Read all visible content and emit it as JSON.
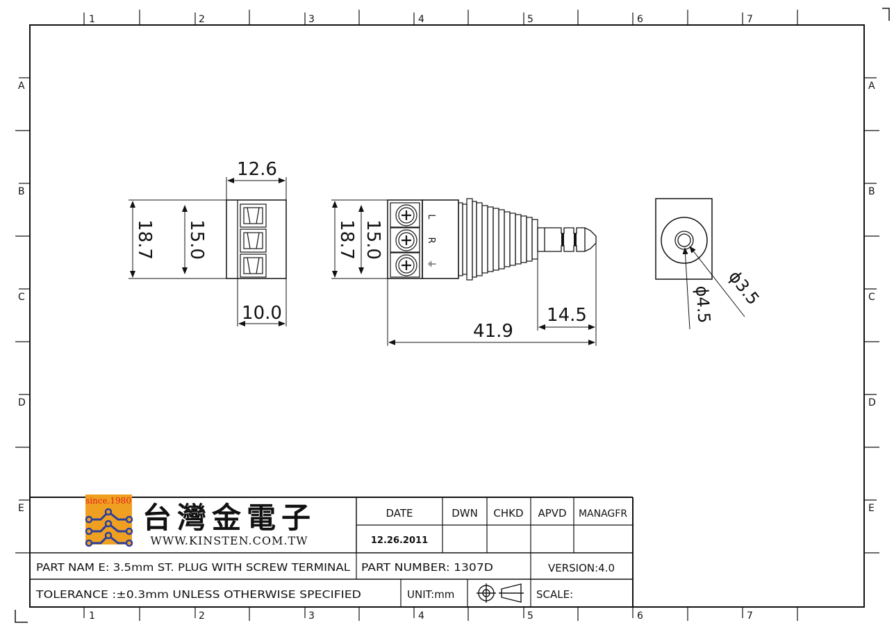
{
  "ruler": {
    "columns": [
      "1",
      "2",
      "3",
      "4",
      "5",
      "6",
      "7"
    ],
    "rows": [
      "A",
      "B",
      "C",
      "D",
      "E"
    ]
  },
  "dimensions": {
    "block_width": "12.6",
    "block_height_outer": "18.7",
    "block_height_inner": "15.0",
    "block_depth": "10.0",
    "plug_height_outer": "18.7",
    "plug_height_inner": "15.0",
    "tip_length": "14.5",
    "total_length": "41.9",
    "dia_inner": "ϕ3.5",
    "dia_outer": "ϕ4.5"
  },
  "terminal_labels": [
    "L",
    "R",
    "⏚"
  ],
  "company": {
    "since": "since.1980",
    "name_cn": "台灣金電子",
    "website": "WWW.KINSTEN.COM.TW"
  },
  "title_block": {
    "date_label": "DATE",
    "date_value": "12.26.2011",
    "dwn_label": "DWN",
    "chkd_label": "CHKD",
    "apvd_label": "APVD",
    "managfr_label": "MANAGFR",
    "part_name": "PART  NAM E: 3.5mm ST. PLUG WITH SCREW TERMINAL",
    "part_number": "PART  NUMBER:  1307D",
    "version": "VERSION:4.0",
    "tolerance": "TOLERANCE  :±0.3mm  UNLESS  OTHERWISE  SPECIFIED",
    "unit": "UNIT:mm",
    "scale": "SCALE:"
  },
  "colors": {
    "line": "#111111",
    "logo_orange": "#f0a020",
    "logo_blue": "#2a3f9e",
    "logo_red": "#e02020"
  }
}
